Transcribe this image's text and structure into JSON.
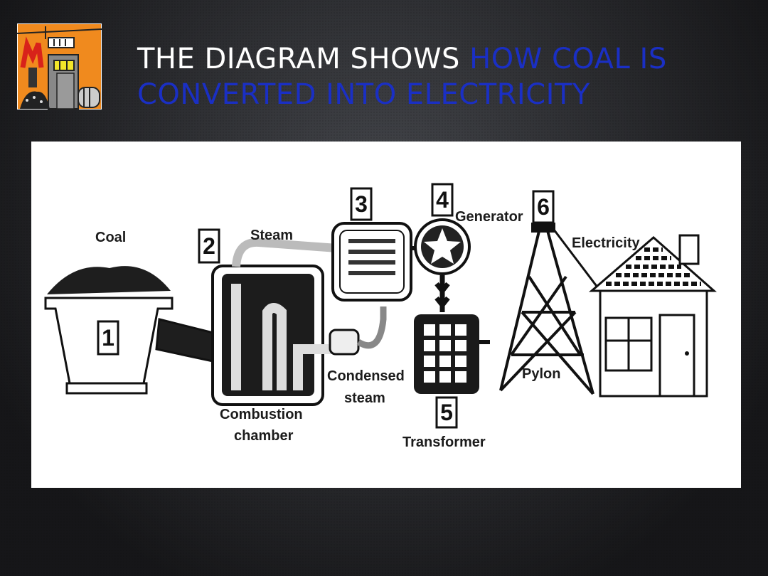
{
  "slide": {
    "title_white": "THE DIAGRAM SHOWS ",
    "title_blue": "HOW COAL IS CONVERTED INTO ELECTRICITY"
  },
  "colors": {
    "title_white": "#ffffff",
    "title_blue": "#1a2fc4",
    "logo_orange": "#f08a1e",
    "logo_red": "#d8221a"
  },
  "logo": {
    "icon": "power-plant-icon"
  },
  "diagram": {
    "labels": {
      "coal": "Coal",
      "steam": "Steam",
      "generator": "Generator",
      "electricity": "Electricity",
      "condensed": "Condensed",
      "steam2": "steam",
      "pylon": "Pylon",
      "combustion": "Combustion",
      "chamber": "chamber",
      "transformer": "Transformer"
    },
    "numbers": {
      "n1": "1",
      "n2": "2",
      "n3": "3",
      "n4": "4",
      "n5": "5",
      "n6": "6"
    }
  }
}
